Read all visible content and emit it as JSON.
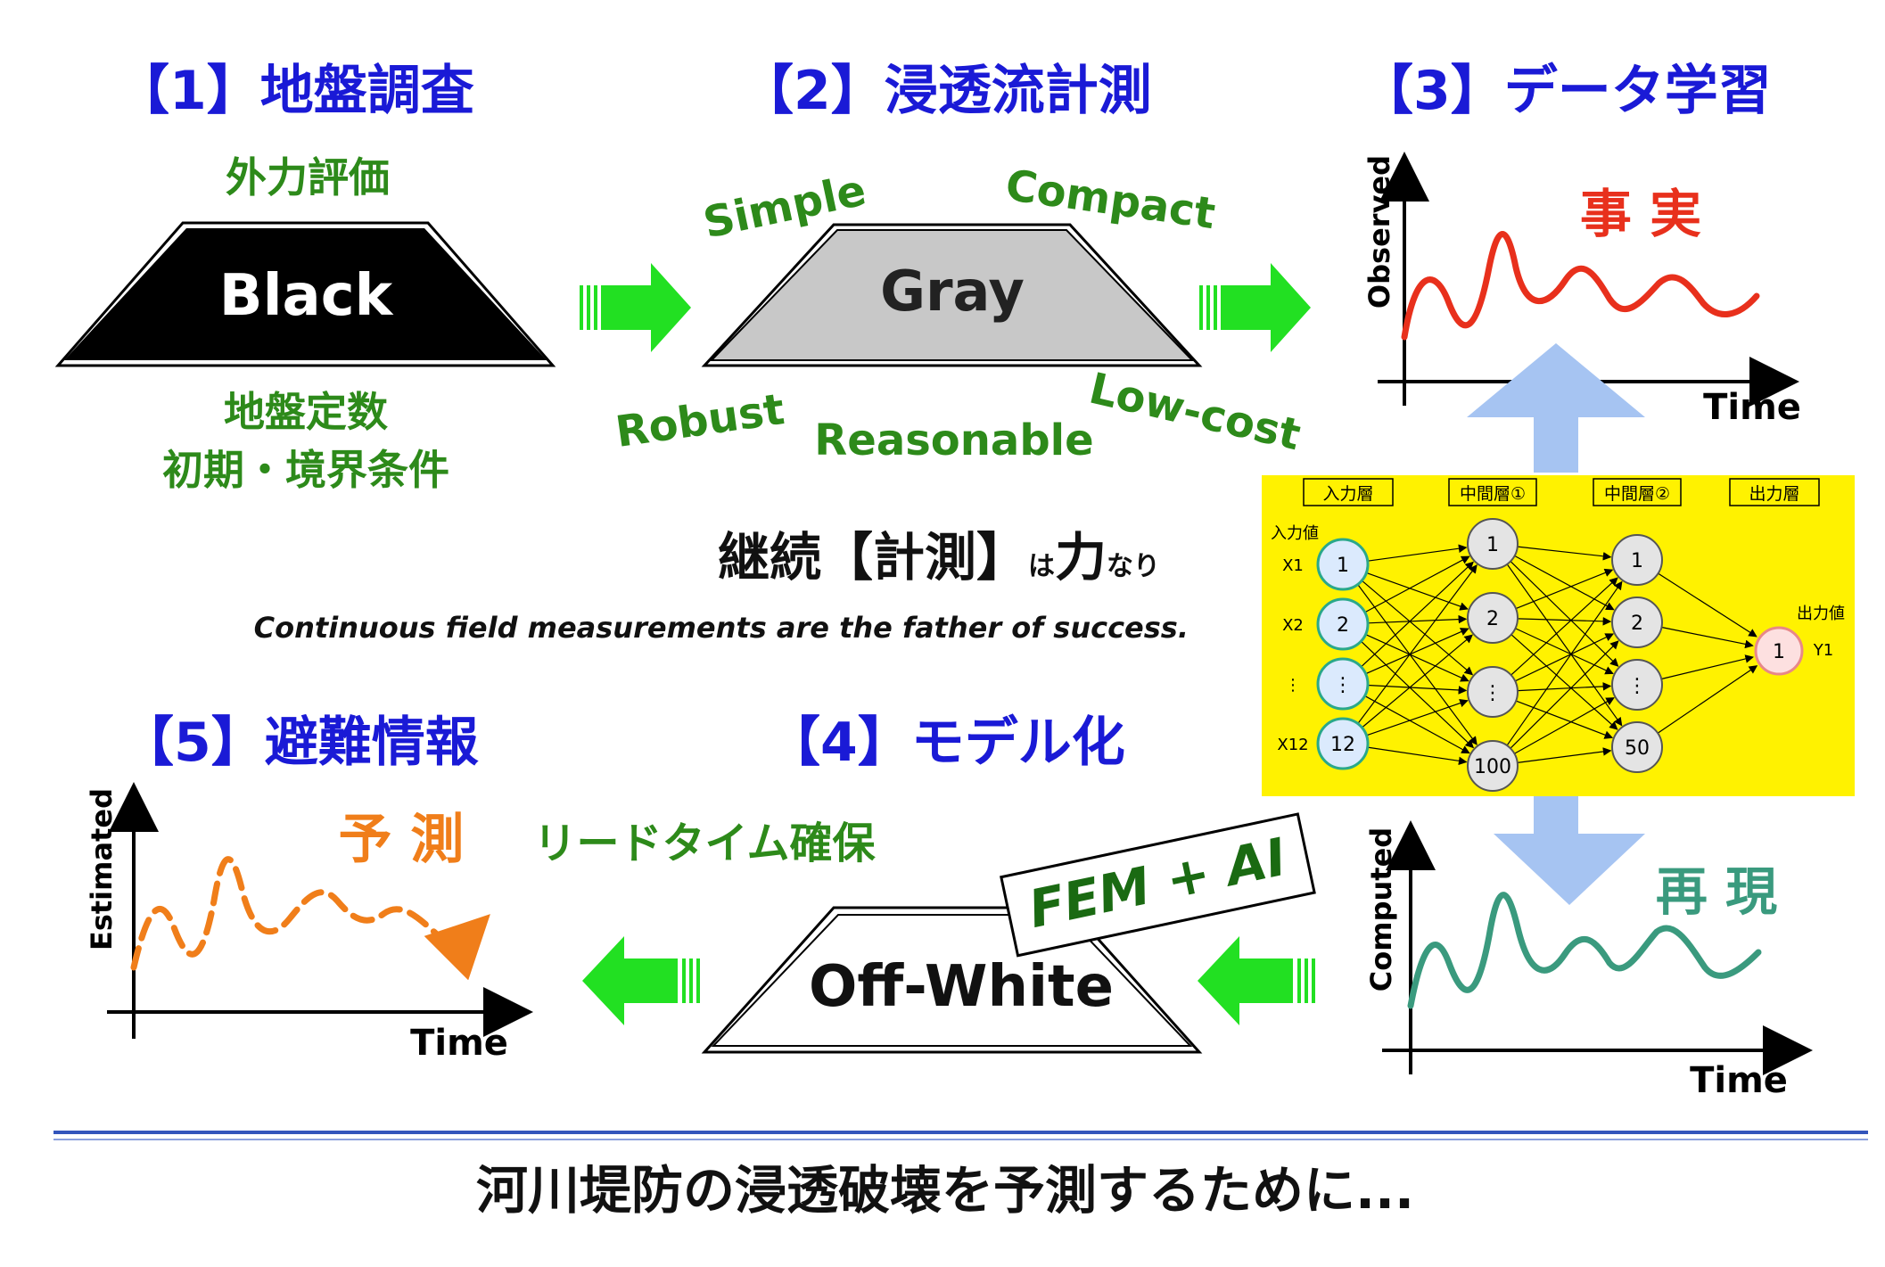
{
  "steps": {
    "s1": "【1】地盤調査",
    "s2": "【2】浸透流計測",
    "s3": "【3】データ学習",
    "s4": "【4】モデル化",
    "s5": "【5】避難情報"
  },
  "black": {
    "label": "Black",
    "top_label": "外力評価",
    "bottom_line1": "地盤定数",
    "bottom_line2": "初期・境界条件"
  },
  "gray": {
    "label": "Gray",
    "simple": "Simple",
    "compact": "Compact",
    "robust": "Robust",
    "reasonable": "Reasonable",
    "lowcost": "Low-cost"
  },
  "motto": {
    "part1": "継続【計測】",
    "part2": "は",
    "part3": "力",
    "part4": "なり",
    "english": "Continuous field measurements are the father of success."
  },
  "observed_chart": {
    "ylabel": "Observed",
    "xlabel": "Time",
    "title": "事 実",
    "color": "#e8301c"
  },
  "computed_chart": {
    "ylabel": "Computed",
    "xlabel": "Time",
    "title": "再 現",
    "color": "#3a9a7e"
  },
  "estimated_chart": {
    "ylabel": "Estimated",
    "xlabel": "Time",
    "title": "予 測",
    "subtitle": "リードタイム確保",
    "color": "#f07e1a"
  },
  "neural_net": {
    "layers": [
      "入力層",
      "中間層①",
      "中間層②",
      "出力層"
    ],
    "input_label": "入力値",
    "output_label": "出力値",
    "input_nodes": [
      "1",
      "2",
      "⋮",
      "12"
    ],
    "input_vars": [
      "X1",
      "X2",
      "⋮",
      "X12"
    ],
    "hidden1_nodes": [
      "1",
      "2",
      "⋮",
      "100"
    ],
    "hidden2_nodes": [
      "1",
      "2",
      "⋮",
      "50"
    ],
    "output_nodes": [
      "1"
    ],
    "output_var": "Y1",
    "background": "#fff200"
  },
  "offwhite": {
    "label": "Off-White",
    "badge": "FEM + AI"
  },
  "footer": {
    "text": "河川堤防の浸透破壊を予測するために..."
  },
  "colors": {
    "step_title": "#1a1ad6",
    "green_text": "#2d8a1a",
    "arrow_green": "#22e022",
    "arrow_blue": "#a6c4f2",
    "rule_blue": "#3355bb"
  }
}
